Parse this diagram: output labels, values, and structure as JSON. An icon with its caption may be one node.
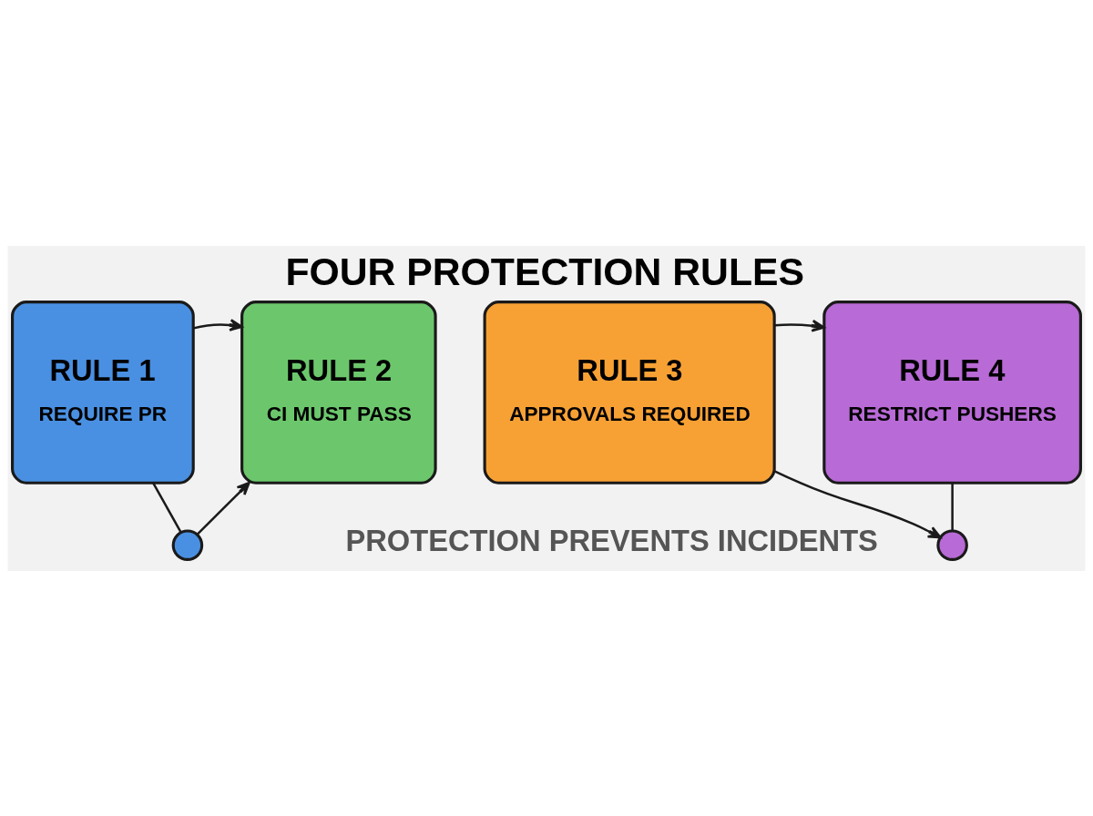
{
  "diagram": {
    "title": "FOUR PROTECTION RULES",
    "caption": "PROTECTION PREVENTS INCIDENTS",
    "nodes": [
      {
        "text": [
          "RULE 1",
          "REQUIRE PR"
        ]
      },
      {
        "text": [
          "RULE 2",
          "CI MUST PASS"
        ]
      },
      {
        "text": [
          "RULE 3",
          "APPROVALS REQUIRED"
        ]
      },
      {
        "text": [
          "RULE 4",
          "RESTRICT PUSHERS"
        ]
      },
      {
        "text": [],
        "shape": "circle"
      },
      {
        "text": [],
        "shape": "circle"
      }
    ],
    "edges": [
      {
        "from": 0,
        "to": 4,
        "arrow": "none"
      },
      {
        "from": 4,
        "to": 1,
        "arrow": "to"
      },
      {
        "from": 0,
        "to": 1,
        "arrow": "to"
      },
      {
        "from": 2,
        "to": 3,
        "arrow": "to"
      },
      {
        "from": 2,
        "to": 5,
        "arrow": "to"
      },
      {
        "from": 3,
        "to": 5,
        "arrow": "none"
      }
    ]
  }
}
